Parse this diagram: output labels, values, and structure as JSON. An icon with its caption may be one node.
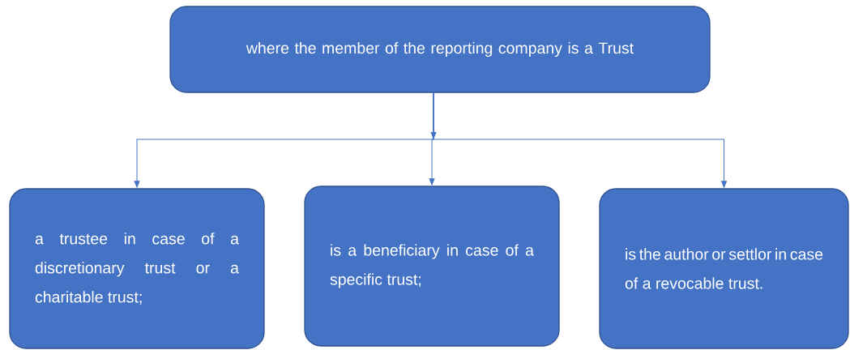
{
  "diagram": {
    "nodes": [
      {
        "text": [
          "where the member of the reporting company is a Trust"
        ]
      },
      {
        "text": [
          "a trustee in case of a discretionary trust or a charitable trust;"
        ]
      },
      {
        "text": [
          "is a beneficiary in case of a specific trust;"
        ]
      },
      {
        "text": [
          "is the author or settlor in case of a revocable trust."
        ]
      }
    ],
    "edges": [
      {
        "from": 0,
        "to": 1,
        "arrow": "to"
      },
      {
        "from": 0,
        "to": 2,
        "arrow": "to"
      },
      {
        "from": 0,
        "to": 3,
        "arrow": "to"
      }
    ]
  }
}
